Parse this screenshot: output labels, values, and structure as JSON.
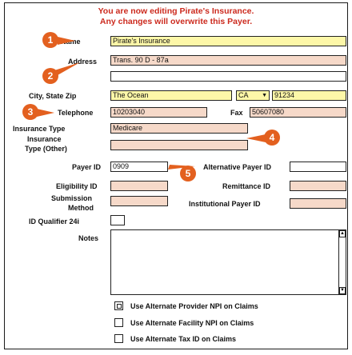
{
  "warning": {
    "line1": "You are now editing Pirate's Insurance.",
    "line2": "Any changes will overwrite this Payer."
  },
  "labels": {
    "name": "Name",
    "address": "Address",
    "city_state_zip": "City, State  Zip",
    "telephone": "Telephone",
    "fax": "Fax",
    "insurance_type": "Insurance Type",
    "insurance_type_other_1": "Insurance",
    "insurance_type_other_2": "Type (Other)",
    "payer_id": "Payer ID",
    "alternative_payer_id": "Alternative Payer ID",
    "eligibility_id": "Eligibility ID",
    "remittance_id": "Remittance ID",
    "submission_method_1": "Submission",
    "submission_method_2": "Method",
    "institutional_payer_id": "Institutional Payer ID",
    "id_qualifier": "ID Qualifier 24i",
    "notes": "Notes"
  },
  "values": {
    "name": "Pirate's Insurance",
    "address1": "Trans. 90 D - 87a",
    "address2": "",
    "city": "The Ocean",
    "state": "CA",
    "zip": "91234",
    "telephone": "10203040",
    "fax": "50607080",
    "insurance_type": "Medicare",
    "insurance_type_other": "",
    "payer_id": "0909",
    "alternative_payer_id": "",
    "eligibility_id": "",
    "remittance_id": "",
    "submission_method": "",
    "institutional_payer_id": "",
    "id_qualifier": "",
    "notes": ""
  },
  "checkboxes": [
    {
      "label": "Use Alternate Provider NPI on Claims",
      "checked": true
    },
    {
      "label": "Use Alternate Facility NPI on Claims",
      "checked": false
    },
    {
      "label": "Use Alternate Tax ID on Claims",
      "checked": false
    }
  ],
  "badges": [
    "1",
    "2",
    "3",
    "4",
    "5"
  ],
  "scroll": {
    "up": "▲",
    "down": "▼"
  },
  "colors": {
    "warning_text": "#cc2a1e",
    "required_field": "#fdf7a8",
    "optional_field": "#f6d9c9",
    "badge": "#e3601f"
  }
}
